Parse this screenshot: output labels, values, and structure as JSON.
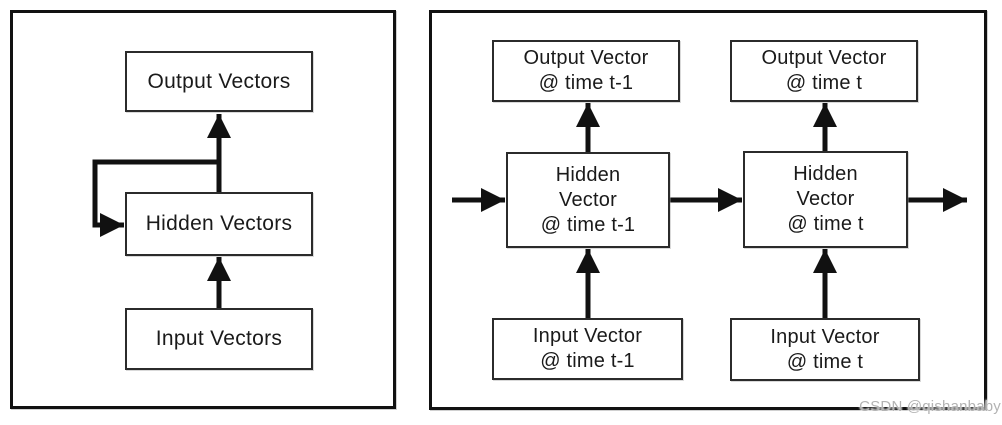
{
  "left_panel": {
    "output_box": {
      "label": "Output Vectors"
    },
    "hidden_box": {
      "label": "Hidden Vectors"
    },
    "input_box": {
      "label": "Input Vectors"
    }
  },
  "right_panel": {
    "output_t_minus_1": {
      "lines": [
        "Output Vector",
        "@ time t-1"
      ]
    },
    "output_t": {
      "lines": [
        "Output Vector",
        "@ time t"
      ]
    },
    "hidden_t_minus_1": {
      "lines": [
        "Hidden",
        "Vector",
        "@ time t-1"
      ]
    },
    "hidden_t": {
      "lines": [
        "Hidden",
        "Vector",
        "@ time t"
      ]
    },
    "input_t_minus_1": {
      "lines": [
        "Input Vector",
        "@ time t-1"
      ]
    },
    "input_t": {
      "lines": [
        "Input Vector",
        "@ time t"
      ]
    }
  },
  "watermark": {
    "text": "CSDN @qishanbaby",
    "color": "#b3b3b3"
  },
  "colors": {
    "background": "#ffffff",
    "panel_border": "#111111",
    "box_border": "#2b2b2b",
    "arrow": "#111111",
    "text": "#1a1a1a"
  }
}
